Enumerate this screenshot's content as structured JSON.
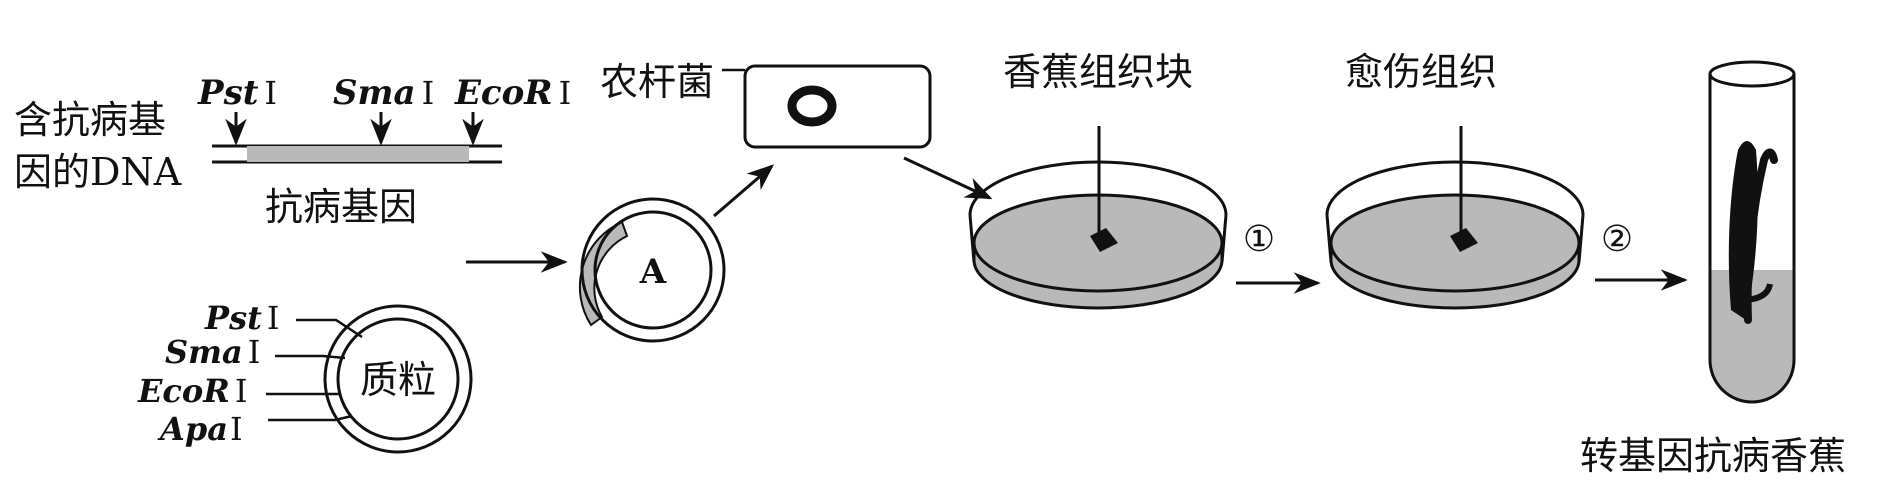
{
  "dna": {
    "label_line1": "含抗病基",
    "label_line2": "因的DNA",
    "gene_label": "抗病基因",
    "sites": [
      {
        "italic": "Pst",
        "roman": "Ⅰ"
      },
      {
        "italic": "Sma",
        "roman": "Ⅰ"
      },
      {
        "italic": "EcoR",
        "roman": "Ⅰ"
      }
    ]
  },
  "plasmid": {
    "label": "质粒",
    "sites": [
      {
        "italic": "Pst",
        "roman": "Ⅰ"
      },
      {
        "italic": "Sma",
        "roman": "Ⅰ"
      },
      {
        "italic": "EcoR",
        "roman": "Ⅰ"
      },
      {
        "italic": "Apa",
        "roman": "Ⅰ"
      }
    ]
  },
  "recombinant": {
    "label": "A"
  },
  "agrobacterium": {
    "label": "农杆菌"
  },
  "dish1": {
    "label": "香蕉组织块"
  },
  "dish2": {
    "label": "愈伤组织"
  },
  "steps": {
    "step1": "①",
    "step2": "②"
  },
  "tube": {
    "label": "转基因抗病香蕉"
  },
  "colors": {
    "gray": "#b9b9b9",
    "black": "#111111"
  }
}
